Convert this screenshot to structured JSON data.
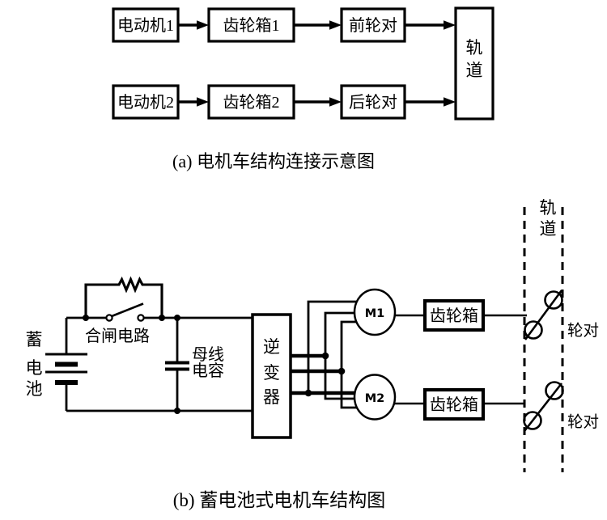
{
  "page": {
    "background": "#ffffff",
    "ink": "#000000"
  },
  "diagram_a": {
    "caption": "(a) 电机车结构连接示意图",
    "row1": {
      "motor": "电动机1",
      "gearbox": "齿轮箱1",
      "wheelset": "前轮对"
    },
    "row2": {
      "motor": "电动机2",
      "gearbox": "齿轮箱2",
      "wheelset": "后轮对"
    },
    "track": {
      "char1": "轨",
      "char2": "道"
    }
  },
  "diagram_b": {
    "caption": "(b) 蓄电池式电机车结构图",
    "battery": {
      "char1": "蓄",
      "char2": "电",
      "char3": "池"
    },
    "closing_circuit": "合闸电路",
    "bus_capacitor": {
      "line1": "母线",
      "line2": "电容"
    },
    "inverter": {
      "char1": "逆",
      "char2": "变",
      "char3": "器"
    },
    "motor1": "M1",
    "motor2": "M2",
    "gearbox1": "齿轮箱",
    "gearbox2": "齿轮箱",
    "wheelset1": "轮对",
    "wheelset2": "轮对",
    "track": {
      "char1": "轨",
      "char2": "道"
    }
  }
}
